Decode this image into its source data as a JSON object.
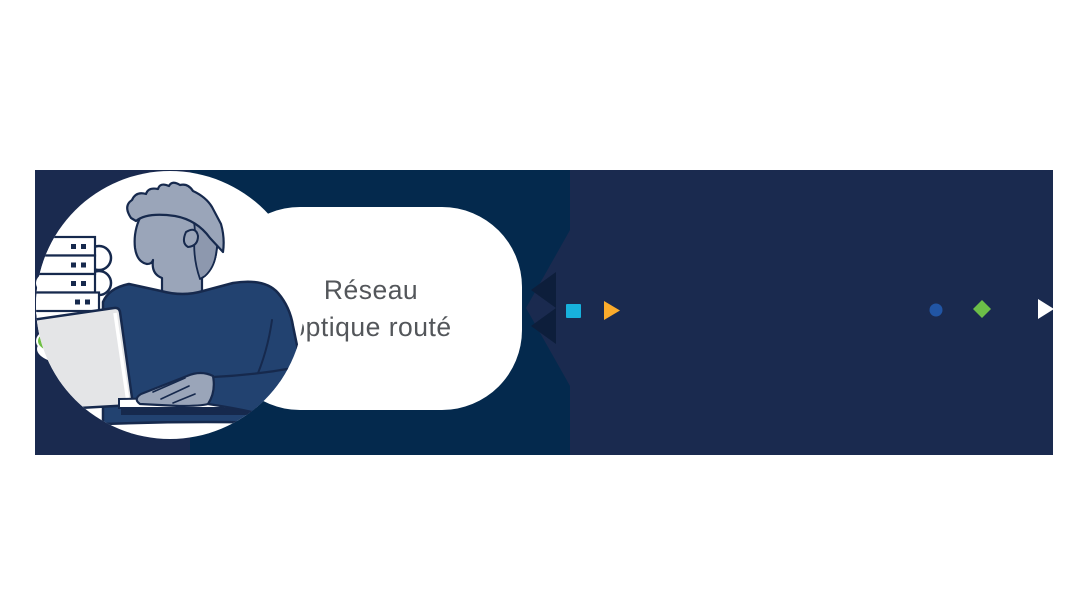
{
  "page": {
    "background": "#ffffff"
  },
  "banner": {
    "node_label": {
      "line1": "Réseau",
      "line2": "optique routé"
    },
    "colors": {
      "band_indigo": "#1a2a4f",
      "band_dark": "#04294d",
      "chevron_dark": "#0d1e3b",
      "capsule_bg": "#ffffff",
      "label_text": "#53565a",
      "outline": "#16294d",
      "sweater": "#224270",
      "skin": "#9aa5b9",
      "hair": "#8d98ae",
      "laptop": "#e4e5e7",
      "white": "#ffffff",
      "disk_blue": "#54b7e6",
      "disk_orange": "#fbab2b",
      "disk_green": "#6fbf44",
      "dot_blue": "#2155a4",
      "square_red": "#e2231a",
      "square_teal": "#17b1dc",
      "diamond_green": "#6cbe48"
    },
    "icons": [
      {
        "name": "database-stack-icon",
        "meaning": "data source (stacked disks: blue, orange, green)"
      },
      {
        "name": "particle-dots-and-squares",
        "meaning": "data packets flowing left to right"
      },
      {
        "name": "play-triangle-icon",
        "meaning": "flow direction arrows"
      },
      {
        "name": "network-node-capsule",
        "meaning": "routed optical network node"
      },
      {
        "name": "person-at-laptop-illustration",
        "meaning": "user at laptop beside server stack"
      },
      {
        "name": "server-stack-icon",
        "meaning": "servers next to the user"
      }
    ]
  }
}
